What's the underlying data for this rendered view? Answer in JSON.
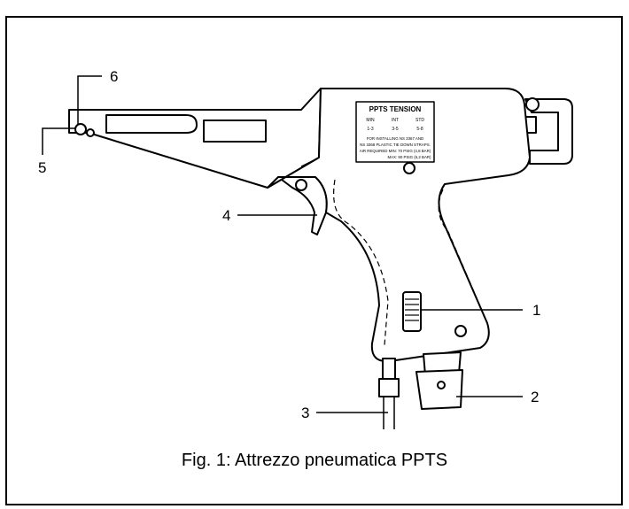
{
  "figure": {
    "caption": "Fig. 1: Attrezzo pneumatica PPTS"
  },
  "callouts": [
    {
      "number": "1"
    },
    {
      "number": "2"
    },
    {
      "number": "3"
    },
    {
      "number": "4"
    },
    {
      "number": "5"
    },
    {
      "number": "6"
    }
  ],
  "plate": {
    "title": "PPTS TENSION",
    "settings": [
      "MIN",
      "INT",
      "STD"
    ],
    "ranges": [
      "1-3",
      "3-5",
      "5-8"
    ],
    "line1": "FOR INSTALLING NS 3367 AND",
    "line2": "NS 3368 PLASTIC TIE DOWN STRAPS.",
    "line3": "AIR REQUIRED  MIN: 70 PSIG (4,8 BAR)",
    "line4": "MAX: 90 PSIG (6,2 BAR)"
  }
}
